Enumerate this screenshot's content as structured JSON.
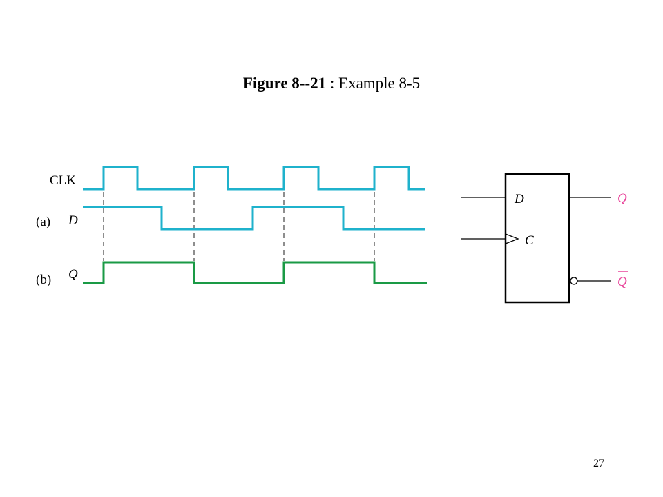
{
  "title": {
    "figure": "Figure 8--21",
    "separator": " : ",
    "caption": "Example 8-5"
  },
  "page_number": "27",
  "timing": {
    "clk_label": "CLK",
    "row_a_label": "(a)",
    "d_label": "D",
    "row_b_label": "(b)",
    "q_label": "Q",
    "clk_color": "#1fb2cc",
    "d_color": "#1fb2cc",
    "q_color": "#1a9a45",
    "clk_levels": [
      0,
      1,
      0,
      1,
      0,
      1,
      0,
      1,
      0
    ],
    "d_levels": [
      1,
      0,
      1,
      0
    ],
    "q_levels": [
      0,
      1,
      0,
      1,
      0
    ]
  },
  "flipflop": {
    "d_input": "D",
    "c_input": "C",
    "q_output": "Q",
    "qbar_output": "Q",
    "output_color": "#e8449a"
  }
}
